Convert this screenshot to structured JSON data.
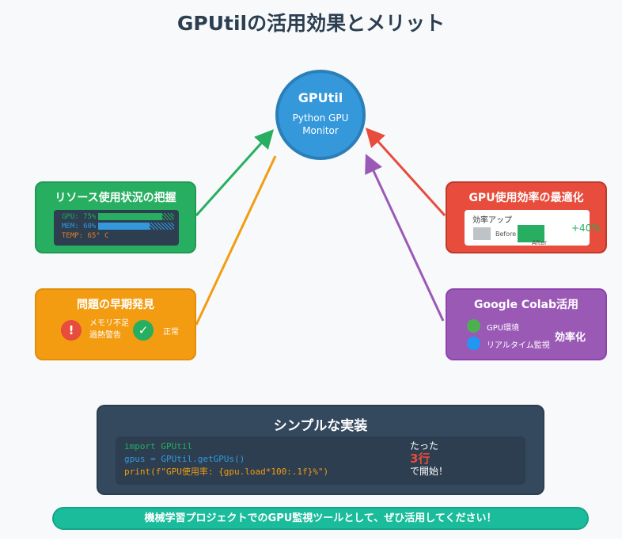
{
  "title": "GPUtilの活用効果とメリット",
  "hub": {
    "title": "GPUtil",
    "subtitle_line1": "Python GPU",
    "subtitle_line2": "Monitor"
  },
  "resource": {
    "heading": "リソース使用状況の把握",
    "gpu_label": "GPU: 75%",
    "gpu_value": 75,
    "mem_label": "MEM: 60%",
    "mem_value": 60,
    "temp_label": "TEMP: 65° C"
  },
  "early": {
    "heading": "問題の早期発見",
    "warning_icon": "!",
    "warning_line1": "メモリ不足",
    "warning_line2": "過熱警告",
    "ok_icon": "✓",
    "ok_label": "正常"
  },
  "efficiency": {
    "heading": "GPU使用効率の最適化",
    "box_label": "効率アップ",
    "before_label": "Before",
    "after_label": "After",
    "gain": "+40%"
  },
  "colab": {
    "heading": "Google Colab活用",
    "item1": "GPU環境",
    "item2": "リアルタイム監視",
    "result": "効率化"
  },
  "impl": {
    "heading": "シンプルな実装",
    "code": [
      "import GPUtil",
      "gpus = GPUtil.getGPUs()",
      "print(f\"GPU使用率: {gpu.load*100:.1f}%\")"
    ],
    "note1": "たった",
    "note2": "3行",
    "note3": "で開始！"
  },
  "footer": "機械学習プロジェクトでのGPU監視ツールとして、ぜひ活用してください！",
  "colors": {
    "green": "#27ae60",
    "orange": "#f39c12",
    "red": "#e74c3c",
    "purple": "#9b59b6",
    "blue": "#3498db",
    "dark": "#34495e",
    "teal": "#1abc9c"
  }
}
